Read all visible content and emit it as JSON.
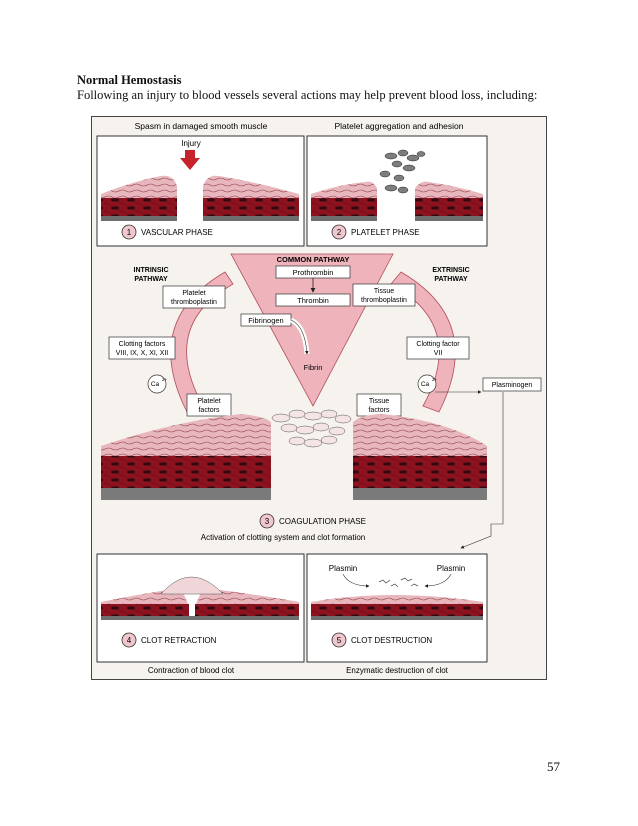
{
  "page": {
    "heading": "Normal Hemostasis",
    "intro": "Following an injury to blood vessels several actions may help prevent blood loss, including:",
    "page_number": "57"
  },
  "figure": {
    "panel1_title": "Spasm in damaged smooth muscle",
    "injury_label": "Injury",
    "panel1_num": "1",
    "panel1_phase": "VASCULAR PHASE",
    "panel2_title": "Platelet aggregation and adhesion",
    "panel2_num": "2",
    "panel2_phase": "PLATELET PHASE",
    "common_pathway": "COMMON PATHWAY",
    "prothrombin": "Prothrombin",
    "thrombin": "Thrombin",
    "fibrinogen": "Fibrinogen",
    "fibrin": "Fibrin",
    "intrinsic_1": "INTRINSIC",
    "intrinsic_2": "PATHWAY",
    "extrinsic_1": "EXTRINSIC",
    "extrinsic_2": "PATHWAY",
    "platelet_thrombo_1": "Platelet",
    "platelet_thrombo_2": "thromboplastin",
    "tissue_thrombo_1": "Tissue",
    "tissue_thrombo_2": "thromboplastin",
    "clotting_factors_1": "Clotting factors",
    "clotting_factors_2": "VIII, IX, X, XI, XII",
    "clotting_factor_vii_1": "Clotting factor",
    "clotting_factor_vii_2": "VII",
    "ca_left": "Ca",
    "ca_right": "Ca",
    "ca_sup": "2+",
    "platelet_factors_1": "Platelet",
    "platelet_factors_2": "factors",
    "tissue_factors_1": "Tissue",
    "tissue_factors_2": "factors",
    "plasminogen": "Plasminogen",
    "panel3_num": "3",
    "panel3_phase": "COAGULATION PHASE",
    "panel3_caption": "Activation of clotting system and clot formation",
    "plasmin_left": "Plasmin",
    "plasmin_right": "Plasmin",
    "panel4_num": "4",
    "panel4_phase": "CLOT RETRACTION",
    "panel4_caption": "Contraction of blood clot",
    "panel5_num": "5",
    "panel5_phase": "CLOT DESTRUCTION",
    "panel5_caption": "Enzymatic destruction of clot"
  }
}
